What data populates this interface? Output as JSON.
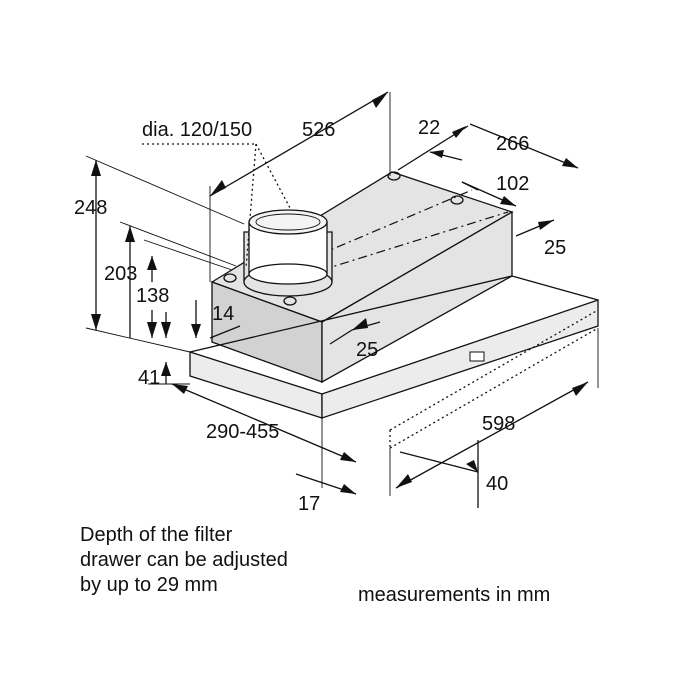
{
  "diagram": {
    "labels": {
      "dia": "dia. 120/150",
      "d526": "526",
      "d22": "22",
      "d266": "266",
      "d102": "102",
      "d25a": "25",
      "d25b": "25",
      "d248": "248",
      "d203": "203",
      "d138": "138",
      "d14": "14",
      "d41": "41",
      "d290_455": "290-455",
      "d598": "598",
      "d40": "40",
      "d17": "17"
    },
    "note_lines": [
      "Depth of the filter",
      "drawer can be adjusted",
      "by up to 29 mm"
    ],
    "units_note": "measurements in mm"
  }
}
